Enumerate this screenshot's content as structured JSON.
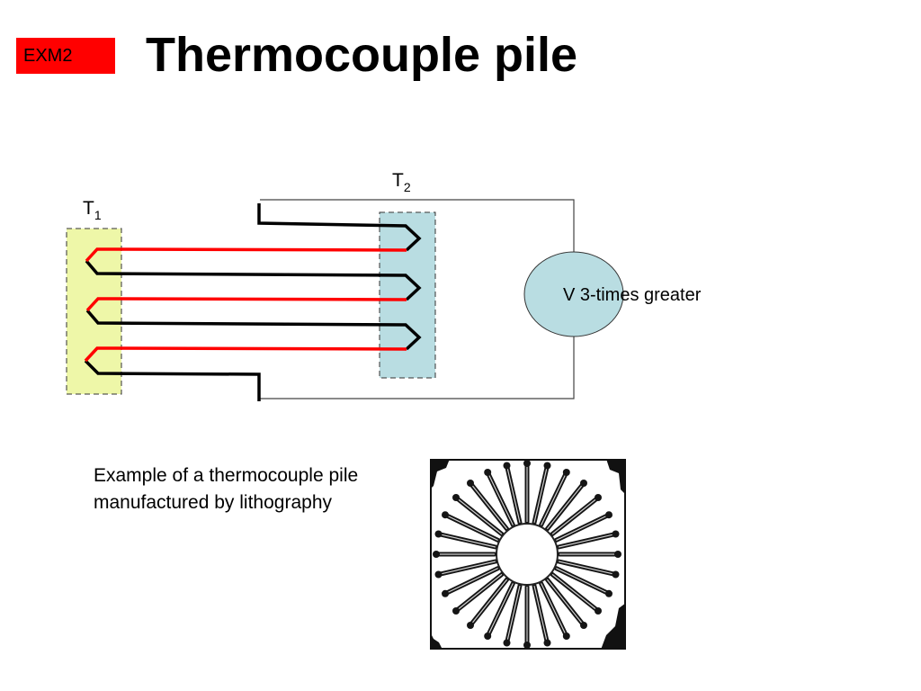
{
  "slide": {
    "badge": "EXM2",
    "title": "Thermocouple pile"
  },
  "diagram": {
    "junction_cold": {
      "label": "T",
      "subscript": "1",
      "fill": "#eef7a8"
    },
    "junction_hot": {
      "label": "T",
      "subscript": "2",
      "fill": "#b9dde2"
    },
    "meter": {
      "label": "V 3-times greater",
      "fill": "#b9dde2"
    },
    "wire_colors": {
      "metal_a": "#ff0000",
      "metal_b": "#000000"
    }
  },
  "caption": "Example of a thermocouple pile manufactured by lithography",
  "icons": {
    "badge": "label-badge",
    "photo": "lithography-thermopile-image"
  }
}
